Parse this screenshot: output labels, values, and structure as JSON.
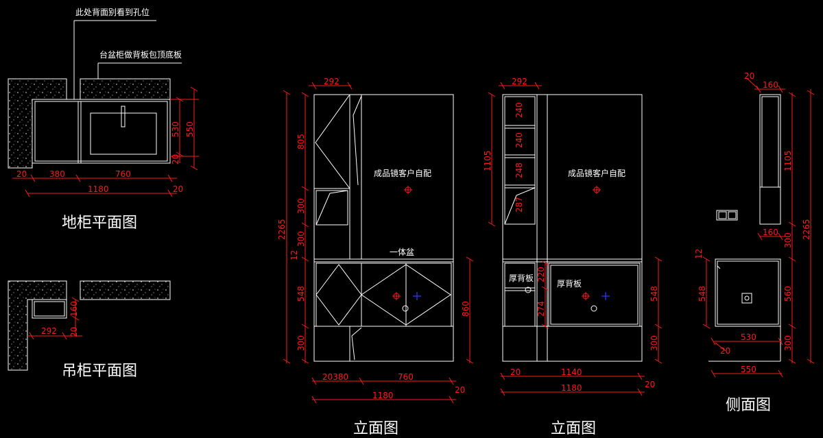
{
  "notes": {
    "back_no_holes": "此处背面别看到孔位",
    "basin_back_panel": "台盆柜做背板包顶底板",
    "mirror_by_client_1": "成品镜客户自配",
    "mirror_by_client_2": "成品镜客户自配",
    "integrated_basin": "一体盆",
    "thick_back_1": "厚背板",
    "thick_back_2": "厚背板"
  },
  "titles": {
    "floor_plan": "地柜平面图",
    "wall_plan": "吊柜平面图",
    "elev_1": "立面图",
    "elev_2": "立面图",
    "side": "侧面图"
  },
  "dims": {
    "fp_20": "20",
    "fp_380": "380",
    "fp_760": "760",
    "fp_1180": "1180",
    "fp_20r": "20",
    "fp_530": "530",
    "fp_550": "550",
    "fp_20v": "20",
    "wp_292": "292",
    "wp_20": "20",
    "wp_160": "160",
    "e1_292": "292",
    "e1_2265": "2265",
    "e1_805": "805",
    "e1_300a": "300",
    "e1_300b": "300",
    "e1_12": "12",
    "e1_548": "548",
    "e1_300c": "300",
    "e1_860": "860",
    "e1_20380": "20380",
    "e1_760": "760",
    "e1_1180": "1180",
    "e1_20": "20",
    "e2_292": "292",
    "e2_1105": "1105",
    "e2_240a": "240",
    "e2_240b": "240",
    "e2_248": "248",
    "e2_287": "287",
    "e2_220": "220",
    "e2_274": "274",
    "e2_548": "548",
    "e2_300": "300",
    "e2_20": "20",
    "e2_1140": "1140",
    "e2_1180": "1180",
    "e2_20r": "20",
    "s_20": "20",
    "s_160a": "160",
    "s_1105": "1105",
    "s_2265": "2265",
    "s_160b": "160",
    "s_300a": "300",
    "s_12": "12",
    "s_548": "548",
    "s_560": "560",
    "s_530": "530",
    "s_300b": "300",
    "s_20b": "20",
    "s_550": "550"
  },
  "colors": {
    "line": "#ffffff",
    "dim": "#ff1a1a",
    "blue": "#2a3bff",
    "bg": "#000000"
  }
}
